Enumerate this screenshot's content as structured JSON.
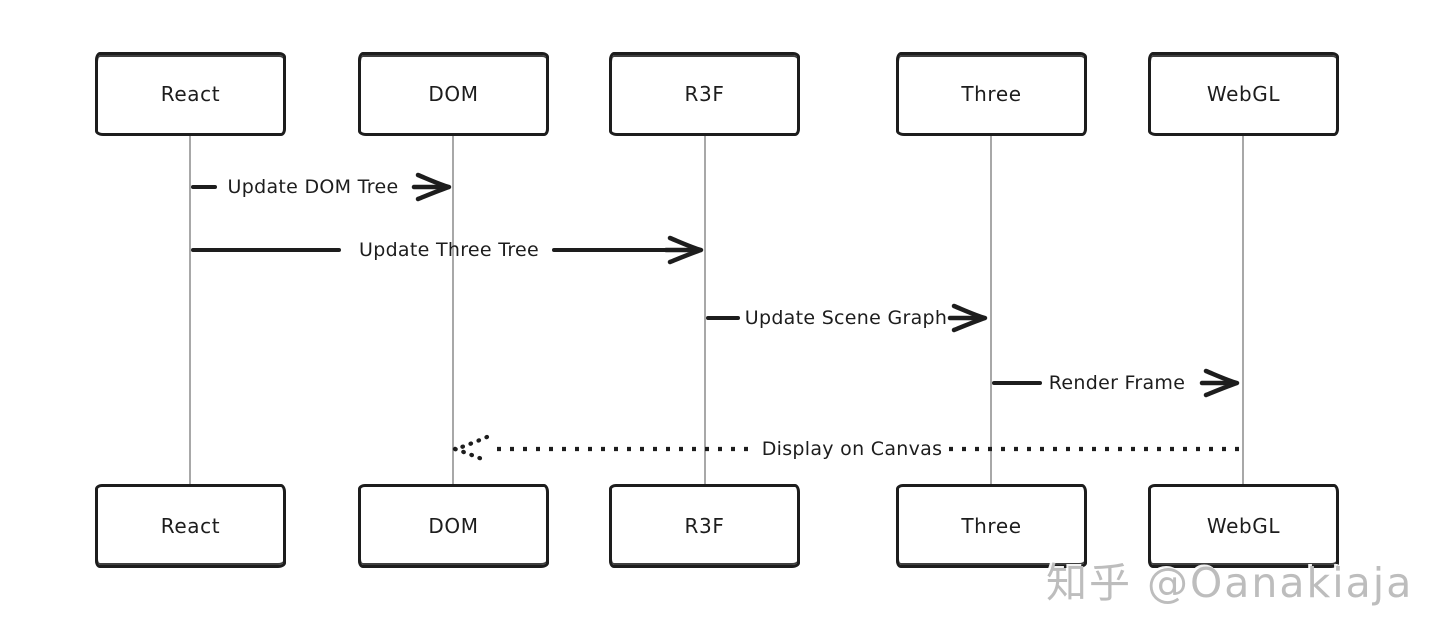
{
  "diagram": {
    "type": "sequence",
    "actors": [
      {
        "label": "React"
      },
      {
        "label": "DOM"
      },
      {
        "label": "R3F"
      },
      {
        "label": "Three"
      },
      {
        "label": "WebGL"
      }
    ],
    "messages": [
      {
        "label": "Update DOM Tree",
        "from": "React",
        "to": "DOM",
        "line": "solid"
      },
      {
        "label": "Update Three Tree",
        "from": "React",
        "to": "R3F",
        "line": "solid"
      },
      {
        "label": "Update Scene Graph",
        "from": "R3F",
        "to": "Three",
        "line": "solid"
      },
      {
        "label": "Render Frame",
        "from": "Three",
        "to": "WebGL",
        "line": "solid"
      },
      {
        "label": "Display on Canvas",
        "from": "WebGL",
        "to": "DOM",
        "line": "dotted"
      }
    ]
  },
  "watermark": {
    "text": "知乎 @Oanakiaja"
  },
  "colors": {
    "ink": "#1d1d1d",
    "lifeline": "#a8a8a8",
    "watermark": "#bdbdbd",
    "background": "#ffffff"
  }
}
